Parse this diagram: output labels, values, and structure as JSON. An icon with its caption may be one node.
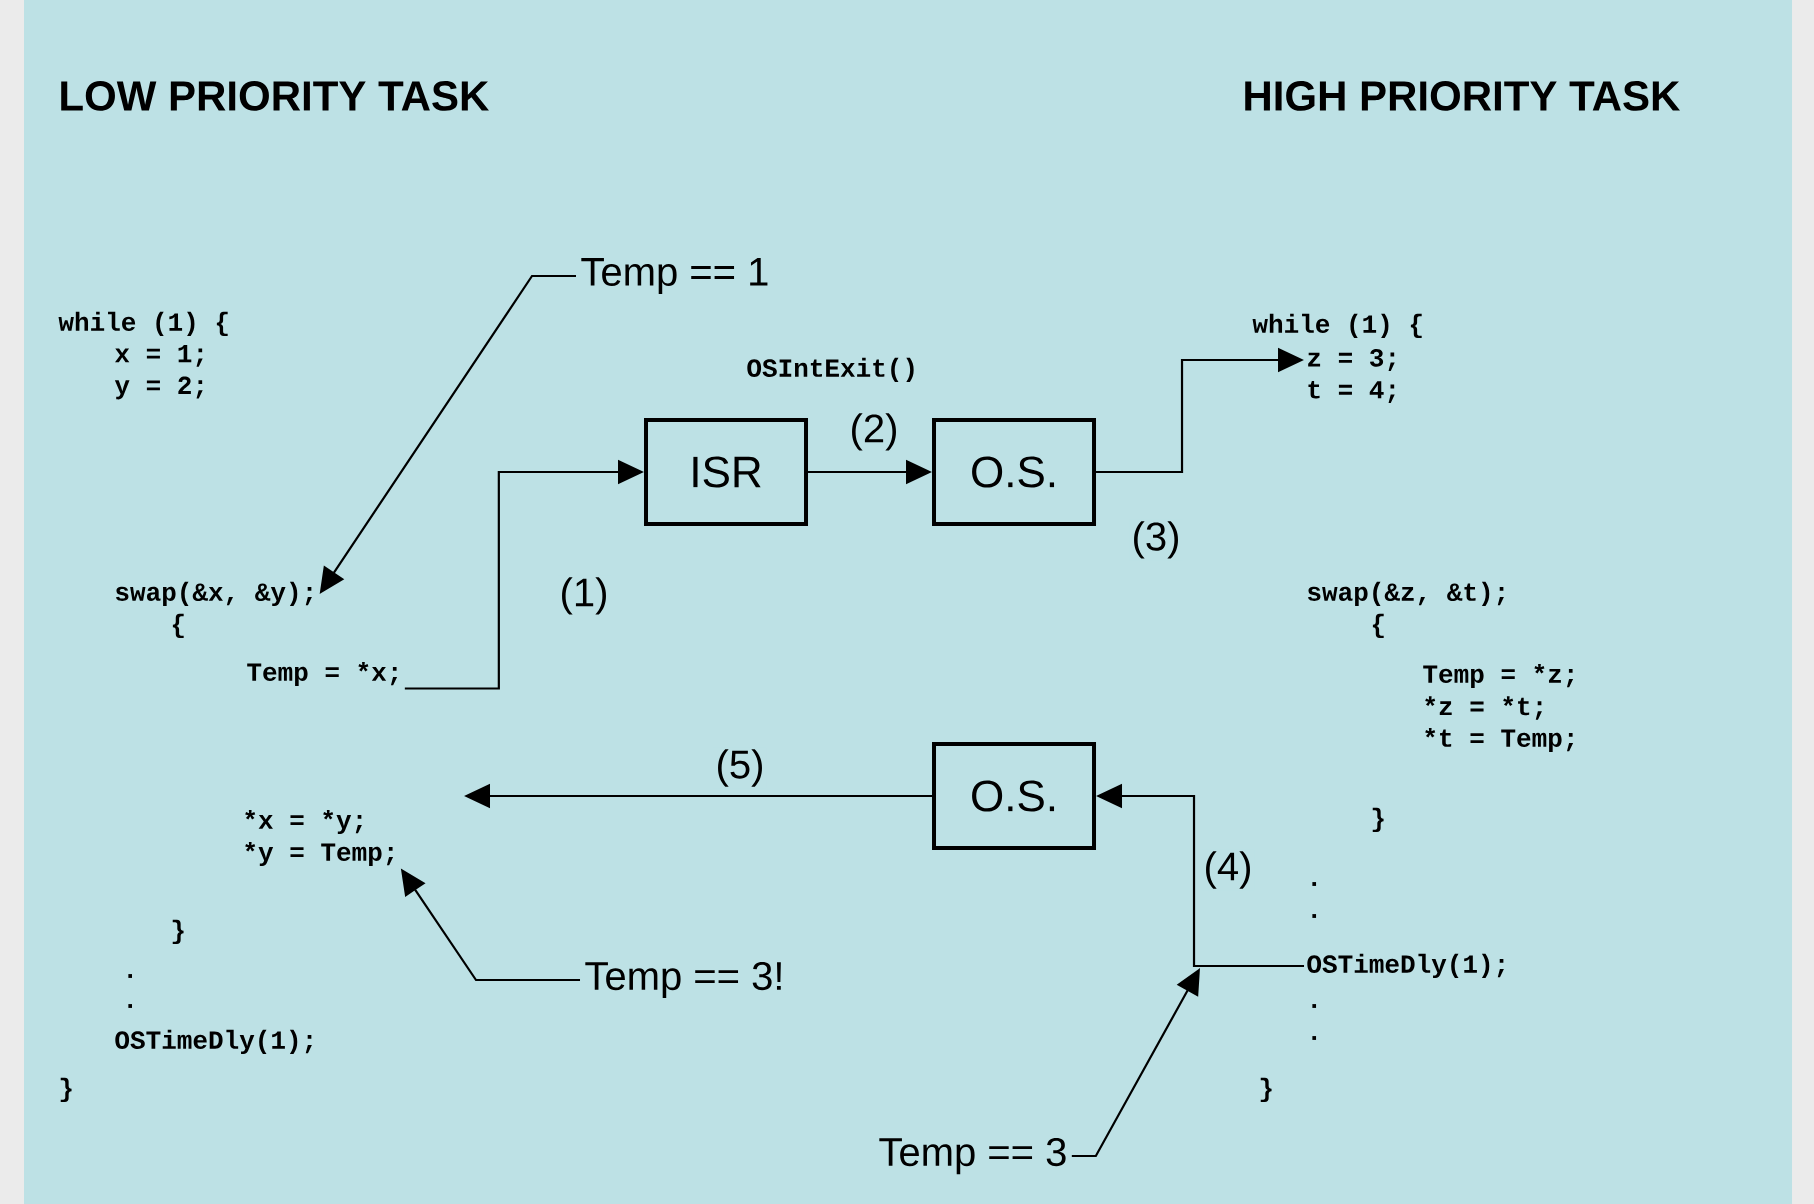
{
  "diagram": {
    "nodes": [
      {
        "text": [
          "Temp == 1"
        ]
      },
      {
        "text": [
          "swap(&x, &y);"
        ]
      },
      {
        "text": [
          "Temp = *x;"
        ]
      },
      {
        "text": [
          "ISR"
        ]
      },
      {
        "text": [
          "O.S."
        ]
      },
      {
        "text": [
          "z = 3;"
        ]
      },
      {
        "text": [
          "O.S."
        ]
      },
      {
        "text": [
          "OSTimeDly(1);"
        ]
      },
      {
        "text": [
          "*y = Temp;"
        ]
      },
      {
        "text": [
          "Temp == 3!"
        ]
      },
      {
        "text": [
          "Temp == 3"
        ]
      }
    ],
    "edges": [
      {
        "from": 2,
        "to": 3,
        "arrow": "to",
        "label": "(1)"
      },
      {
        "from": 3,
        "to": 4,
        "arrow": "to",
        "label": "(2)"
      },
      {
        "from": 4,
        "to": 5,
        "arrow": "to",
        "label": "(3)"
      },
      {
        "from": 7,
        "to": 6,
        "arrow": "to",
        "label": "(4)"
      },
      {
        "from": 6,
        "to": null,
        "arrow": "to",
        "label": "(5)"
      },
      {
        "from": 0,
        "to": 1,
        "arrow": "to"
      },
      {
        "from": 9,
        "to": 8,
        "arrow": "to"
      },
      {
        "from": 10,
        "to": null,
        "arrow": "to"
      }
    ],
    "labels": [
      "LOW PRIORITY TASK",
      "HIGH PRIORITY TASK",
      "OSIntExit()",
      "while (1) {",
      "x = 1;",
      "y = 2;",
      "{",
      "*x = *y;",
      "}",
      ".",
      ".",
      "OSTimeDly(1);",
      "}",
      "while (1) {",
      "t = 4;",
      "swap(&z, &t);",
      "{",
      "Temp = *z;",
      "*z = *t;",
      "*t = Temp;",
      "}",
      ".",
      ".",
      ".",
      ".",
      "}"
    ]
  }
}
